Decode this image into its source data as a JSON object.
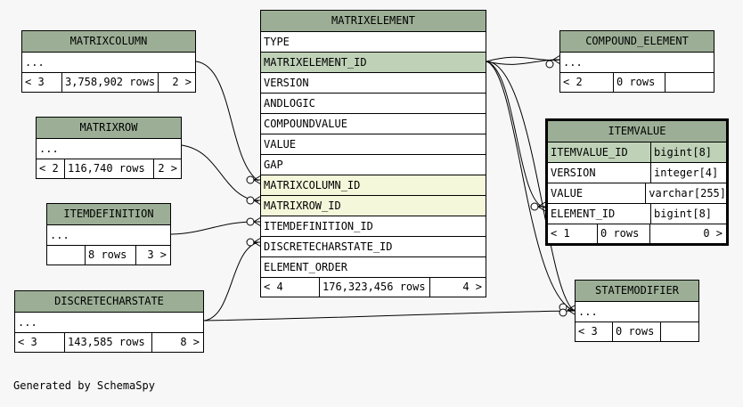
{
  "main": {
    "title": "MATRIXELEMENT",
    "columns": [
      "TYPE",
      "MATRIXELEMENT_ID",
      "VERSION",
      "ANDLOGIC",
      "COMPOUNDVALUE",
      "VALUE",
      "GAP",
      "MATRIXCOLUMN_ID",
      "MATRIXROW_ID",
      "ITEMDEFINITION_ID",
      "DISCRETECHARSTATE_ID",
      "ELEMENT_ORDER"
    ],
    "footer": {
      "left": "< 4",
      "rows": "176,323,456 rows",
      "right": "4 >"
    }
  },
  "matrixcolumn": {
    "title": "MATRIXCOLUMN",
    "row": "...",
    "footer": {
      "left": "< 3",
      "rows": "3,758,902 rows",
      "right": "2 >"
    }
  },
  "matrixrow": {
    "title": "MATRIXROW",
    "row": "...",
    "footer": {
      "left": "< 2",
      "rows": "116,740 rows",
      "right": "2 >"
    }
  },
  "itemdefinition": {
    "title": "ITEMDEFINITION",
    "row": "...",
    "footer": {
      "left": "",
      "rows": "8 rows",
      "right": "3 >"
    }
  },
  "discretecharstate": {
    "title": "DISCRETECHARSTATE",
    "row": "...",
    "footer": {
      "left": "< 3",
      "rows": "143,585 rows",
      "right": "8 >"
    }
  },
  "compound_element": {
    "title": "COMPOUND_ELEMENT",
    "row": "...",
    "footer": {
      "left": "< 2",
      "rows": "0 rows",
      "right": ""
    }
  },
  "itemvalue": {
    "title": "ITEMVALUE",
    "columns": [
      {
        "name": "ITEMVALUE_ID",
        "type": "bigint[8]"
      },
      {
        "name": "VERSION",
        "type": "integer[4]"
      },
      {
        "name": "VALUE",
        "type": "varchar[255]"
      },
      {
        "name": "ELEMENT_ID",
        "type": "bigint[8]"
      }
    ],
    "footer": {
      "left": "< 1",
      "rows": "0 rows",
      "right": "0 >"
    }
  },
  "statemodifier": {
    "title": "STATEMODIFIER",
    "row": "...",
    "footer": {
      "left": "< 3",
      "rows": "0 rows",
      "right": ""
    }
  },
  "caption": "Generated by SchemaSpy"
}
